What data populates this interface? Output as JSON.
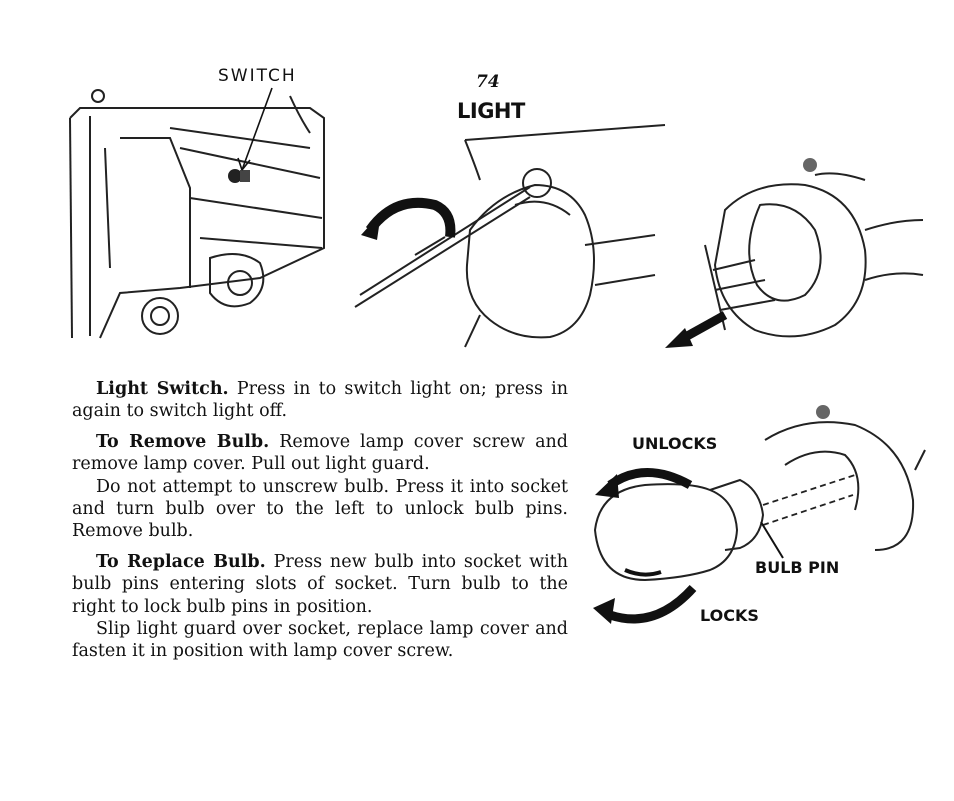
{
  "page": {
    "number": "74",
    "title": "LIGHT"
  },
  "labels": {
    "switch": "SWITCH",
    "unlocks": "UNLOCKS",
    "bulb_pin": "BULB PIN",
    "locks": "LOCKS"
  },
  "instructions": [
    {
      "lead": "Light Switch.",
      "text": " Press in to switch light on; press in again to switch light off."
    },
    {
      "lead": "To Remove Bulb.",
      "text": " Remove lamp cover screw and remove lamp cover. Pull out light guard."
    },
    {
      "lead": "",
      "text": "Do not attempt to unscrew bulb. Press it into socket and turn bulb over to the left to unlock bulb pins. Remove bulb."
    },
    {
      "lead": "To Replace Bulb.",
      "text": " Press new bulb into socket with bulb pins entering slots of socket. Turn bulb to the right to lock bulb pins in position."
    },
    {
      "lead": "",
      "text": "Slip light guard over socket, replace lamp cover and fasten it in position with lamp cover screw."
    }
  ]
}
